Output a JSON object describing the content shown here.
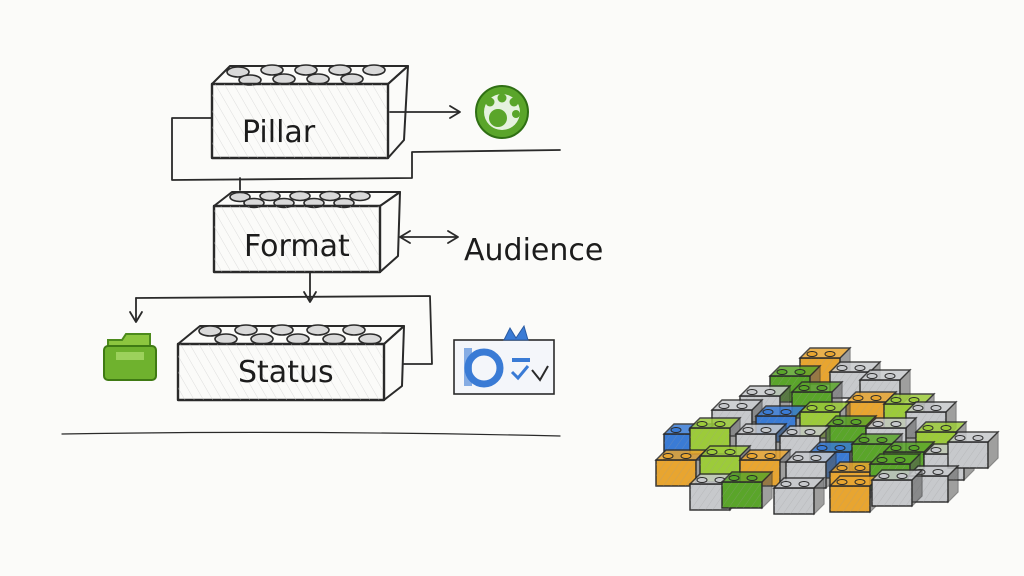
{
  "blocks": [
    {
      "id": "pillar",
      "label": "Pillar"
    },
    {
      "id": "format",
      "label": "Format"
    },
    {
      "id": "status",
      "label": "Status"
    }
  ],
  "side_labels": {
    "audience": "Audience"
  },
  "icons": [
    "paw-badge-icon",
    "folder-icon",
    "checklist-window-icon"
  ],
  "colors": {
    "ink": "#2a2a2a",
    "green": "#5aa52a",
    "orange": "#e8a530",
    "blue": "#3a7bd5",
    "grey": "#c7c9cc",
    "lime": "#9ccb3a"
  }
}
